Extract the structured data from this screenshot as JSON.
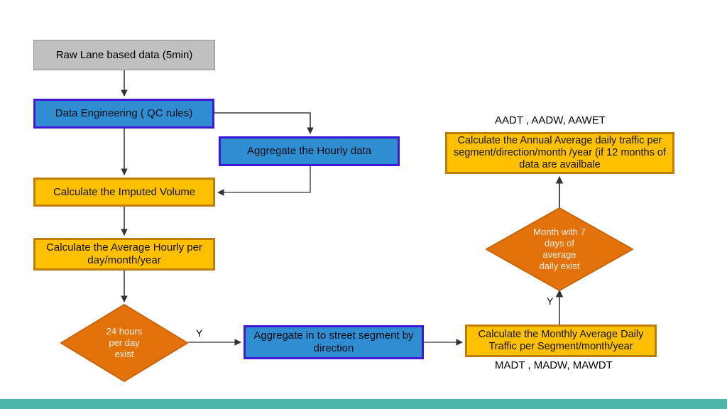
{
  "page": {
    "title": "Traffic Data Processing Flowchart",
    "background": "#ffffff",
    "accent_bar_color": "#4db6ac"
  },
  "palette": {
    "gray_fill": "#c0c0c0",
    "gray_border": "#8d8d8d",
    "blue_fill": "#2f8ed1",
    "blue_border": "#4117d6",
    "orange_fill": "#ffc000",
    "orange_border": "#bf7d06",
    "diamond_fill": "#e3720b",
    "diamond_border": "#c1600a",
    "connector": "#4a4a4a",
    "text_dark": "#000000",
    "text_light": "#f2efe6"
  },
  "nodes": {
    "raw_data": {
      "label": "Raw Lane based data (5min)",
      "shape": "rectangle",
      "color": "#c0c0c0"
    },
    "data_engineering": {
      "label": "Data Engineering ( QC rules)",
      "shape": "rectangle",
      "color": "#2f8ed1"
    },
    "aggregate_hourly": {
      "label": "Aggregate the Hourly data",
      "shape": "rectangle",
      "color": "#2f8ed1"
    },
    "imputed_volume": {
      "label": "Calculate the Imputed Volume",
      "shape": "rectangle",
      "color": "#ffc000"
    },
    "average_hourly": {
      "label": "Calculate the Average Hourly per day/month/year",
      "shape": "rectangle",
      "color": "#ffc000"
    },
    "hours_decision": {
      "label": "24 hours\nper day\nexist",
      "shape": "diamond",
      "color": "#e3720b"
    },
    "aggregate_segment": {
      "label": "Aggregate in to street segment by direction",
      "shape": "rectangle",
      "color": "#2f8ed1"
    },
    "monthly_average": {
      "label": "Calculate the Monthly Average Daily Traffic per Segment/month/year",
      "shape": "rectangle",
      "color": "#ffc000"
    },
    "month_decision": {
      "label": "Month with 7\ndays of\naverage\ndaily exist",
      "shape": "diamond",
      "color": "#e3720b"
    },
    "annual_average": {
      "label": "Calculate the Annual Average daily traffic per segment/direction/month /year (if 12 months of data are availbale",
      "shape": "rectangle",
      "color": "#ffc000"
    }
  },
  "annotations": {
    "aadt_metrics": "AADT , AADW, AAWET",
    "madt_metrics": "MADT , MADW, MAWDT"
  },
  "edge_labels": {
    "hours_yes": "Y",
    "month_yes": "Y"
  }
}
